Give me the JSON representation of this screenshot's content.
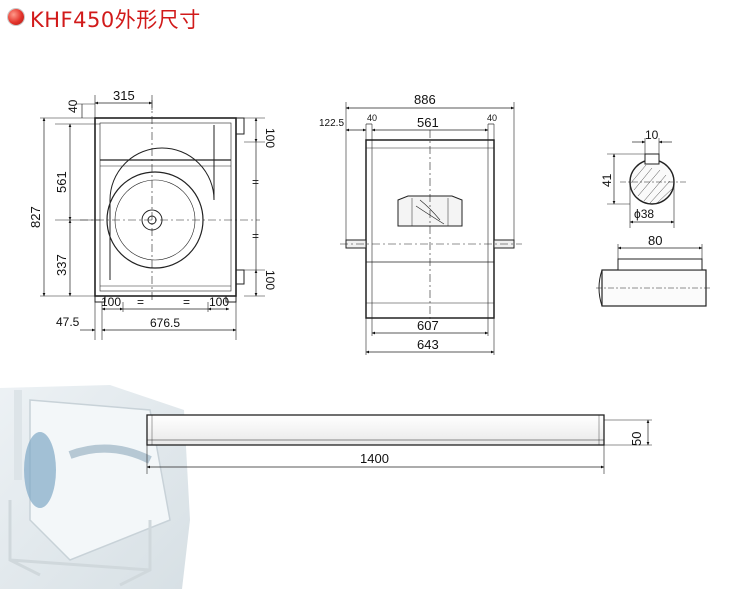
{
  "title": "KHF450外形尺寸",
  "bullet_color": "#e3322a",
  "title_color": "#d11a1a",
  "side_view": {
    "dim_top_width": "315",
    "dim_top_offset": "40",
    "dim_height_total": "827",
    "dim_inner_upper": "561",
    "dim_inner_lower": "337",
    "dim_right_top": "100",
    "dim_right_bottom": "100",
    "dim_equal": "=",
    "dim_bottom_left": "100",
    "dim_bottom_right": "100",
    "dim_left_offset": "47.5",
    "dim_total_width": "676.5"
  },
  "front_view": {
    "dim_total_width": "886",
    "dim_shaft_ext": "122.5",
    "dim_left_gap": "40",
    "dim_inner_width": "561",
    "dim_right_gap": "40",
    "dim_housing_width": "607",
    "dim_base_width": "643"
  },
  "shaft_section": {
    "dim_key_width": "10",
    "dim_key_depth": "41",
    "dim_diameter": "ϕ38"
  },
  "shaft_side": {
    "dim_key_length": "80"
  },
  "base_rail": {
    "dim_length": "1400",
    "dim_height": "50"
  }
}
